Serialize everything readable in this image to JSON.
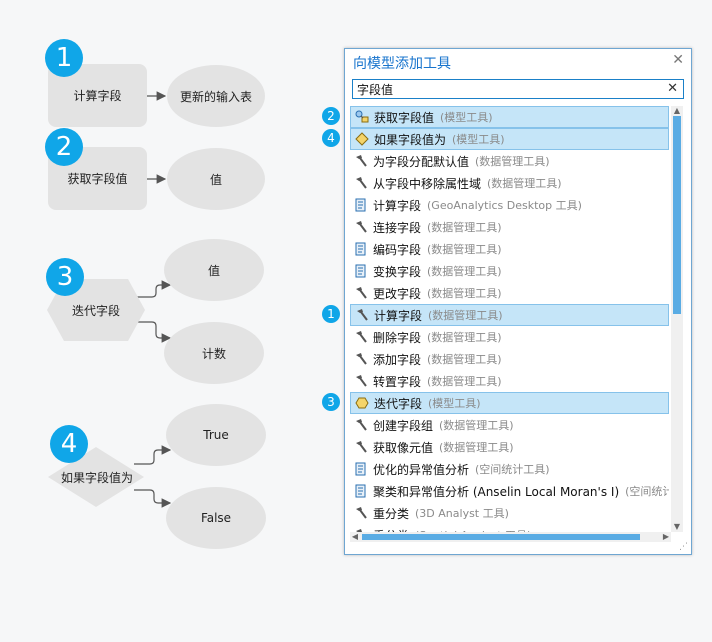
{
  "diagram": {
    "groups": [
      {
        "badge": "1",
        "process": "计算字段",
        "outputs": [
          "更新的输入表"
        ]
      },
      {
        "badge": "2",
        "process": "获取字段值",
        "outputs": [
          "值"
        ]
      },
      {
        "badge": "3",
        "process": "迭代字段",
        "outputs": [
          "值",
          "计数"
        ]
      },
      {
        "badge": "4",
        "process": "如果字段值为",
        "outputs": [
          "True",
          "False"
        ]
      }
    ]
  },
  "panel": {
    "title": "向模型添加工具",
    "close_icon": "close-icon",
    "search": {
      "value": "字段值",
      "placeholder": "",
      "clear_icon": "clear-icon"
    },
    "tools": [
      {
        "name": "获取字段值",
        "type": "(模型工具)",
        "icon": "model-tool-icon",
        "badge": "2",
        "selected": true
      },
      {
        "name": "如果字段值为",
        "type": "(模型工具)",
        "icon": "condition-icon",
        "badge": "4",
        "selected": true
      },
      {
        "name": "为字段分配默认值",
        "type": "(数据管理工具)",
        "icon": "hammer-icon"
      },
      {
        "name": "从字段中移除属性域",
        "type": "(数据管理工具)",
        "icon": "hammer-icon"
      },
      {
        "name": "计算字段",
        "type": "(GeoAnalytics Desktop 工具)",
        "icon": "script-icon"
      },
      {
        "name": "连接字段",
        "type": "(数据管理工具)",
        "icon": "hammer-icon"
      },
      {
        "name": "编码字段",
        "type": "(数据管理工具)",
        "icon": "script-icon"
      },
      {
        "name": "变换字段",
        "type": "(数据管理工具)",
        "icon": "script-icon"
      },
      {
        "name": "更改字段",
        "type": "(数据管理工具)",
        "icon": "hammer-icon"
      },
      {
        "name": "计算字段",
        "type": "(数据管理工具)",
        "icon": "hammer-icon",
        "badge": "1",
        "selected": true
      },
      {
        "name": "删除字段",
        "type": "(数据管理工具)",
        "icon": "hammer-icon"
      },
      {
        "name": "添加字段",
        "type": "(数据管理工具)",
        "icon": "hammer-icon"
      },
      {
        "name": "转置字段",
        "type": "(数据管理工具)",
        "icon": "hammer-icon"
      },
      {
        "name": "迭代字段",
        "type": "(模型工具)",
        "icon": "iterator-icon",
        "badge": "3",
        "selected": true
      },
      {
        "name": "创建字段组",
        "type": "(数据管理工具)",
        "icon": "hammer-icon"
      },
      {
        "name": "获取像元值",
        "type": "(数据管理工具)",
        "icon": "hammer-icon"
      },
      {
        "name": "优化的异常值分析",
        "type": "(空间统计工具)",
        "icon": "script-icon"
      },
      {
        "name": "聚类和异常值分析 (Anselin Local Moran's I)",
        "type": "(空间统计工",
        "icon": "script-icon"
      },
      {
        "name": "重分类",
        "type": "(3D Analyst 工具)",
        "icon": "hammer-icon"
      },
      {
        "name": "重分类",
        "type": "(Spatial Analyst 工具)",
        "icon": "hammer-icon"
      }
    ],
    "colors": {
      "accent": "#10a6e8",
      "selected_bg": "#c5e5f8",
      "title": "#1874cd",
      "scroll_thumb": "#5aace4"
    }
  }
}
